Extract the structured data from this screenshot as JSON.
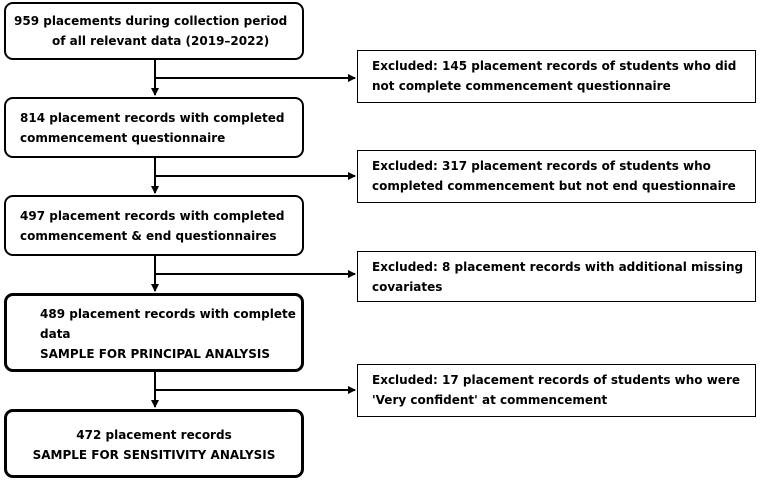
{
  "main_boxes": [
    {
      "lines": [
        "959 placements during  collection period",
        "of all relevant data (2019–2022)"
      ]
    },
    {
      "lines": [
        "814 placement records with completed",
        "commencement questionnaire"
      ]
    },
    {
      "lines": [
        "497 placement records with completed",
        "commencement & end questionnaires"
      ]
    },
    {
      "lines": [
        "489 placement records with complete",
        "data",
        "SAMPLE FOR PRINCIPAL ANALYSIS"
      ]
    },
    {
      "lines": [
        "472 placement records",
        "SAMPLE FOR SENSITIVITY ANALYSIS"
      ]
    }
  ],
  "exclusion_boxes": [
    {
      "lines": [
        "Excluded: 145 placement records of students who did",
        "not complete commencement questionnaire"
      ]
    },
    {
      "lines": [
        "Excluded: 317 placement records of students who",
        "completed commencement but not end questionnaire"
      ]
    },
    {
      "lines": [
        "Excluded: 8 placement records with additional missing",
        "covariates"
      ]
    },
    {
      "lines": [
        "Excluded: 17 placement records of students who were",
        "'Very confident' at commencement"
      ]
    }
  ],
  "colors": {
    "stroke": "#000000",
    "background": "#ffffff"
  }
}
